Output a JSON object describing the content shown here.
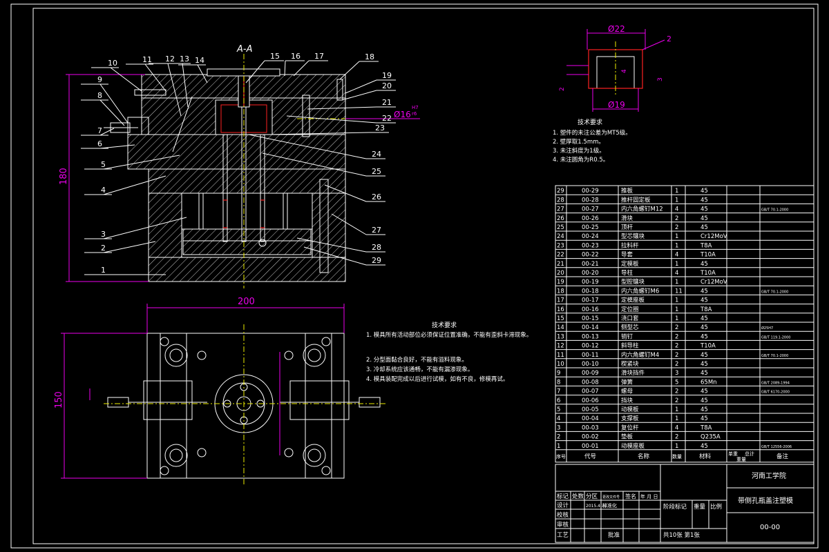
{
  "section_label": "A-A",
  "part_callouts": [
    "1",
    "2",
    "3",
    "4",
    "5",
    "6",
    "7",
    "8",
    "9",
    "10",
    "11",
    "12",
    "13",
    "14",
    "15",
    "16",
    "17",
    "18",
    "19",
    "20",
    "21",
    "22",
    "23",
    "24",
    "25",
    "26",
    "27",
    "28",
    "29"
  ],
  "dimensions": {
    "height": "180",
    "width": "200",
    "depth": "150",
    "hole_tol": "Ø16",
    "hole_fit": "H7",
    "hole_fit2": "r6",
    "part_outer": "Ø22",
    "part_inner": "Ø19",
    "part_wall": "2",
    "part_h1": "4",
    "part_h2": "2",
    "part_h3": "3"
  },
  "tech_req_part": {
    "title": "技术要求",
    "items": [
      "1. 塑件的未注公差为MT5级。",
      "2. 壁厚取1.5mm。",
      "3. 未注斜度为1级。",
      "4. 未注圆角为R0.5。"
    ]
  },
  "tech_req_mold": {
    "title": "技术要求",
    "items": [
      "1. 模具所有活动部位必须保证位置准确，不能有歪斜卡滞现象。",
      "2. 分型面黏合良好，不能有溢料现象。",
      "3. 冷却系统应该通畅，不能有漏渗现象。",
      "4. 模具装配完成以后进行试模，如有不良，修模再试。"
    ]
  },
  "bom_rows": [
    [
      "29",
      "00-29",
      "推板",
      "1",
      "45",
      ""
    ],
    [
      "28",
      "00-28",
      "推杆固定板",
      "1",
      "45",
      ""
    ],
    [
      "27",
      "00-27",
      "内六角螺钉M12",
      "4",
      "45",
      "GB/T 70.1-2000"
    ],
    [
      "26",
      "00-26",
      "滑块",
      "2",
      "45",
      ""
    ],
    [
      "25",
      "00-25",
      "顶杆",
      "2",
      "45",
      ""
    ],
    [
      "24",
      "00-24",
      "型芯镶块",
      "1",
      "Cr12MoV",
      ""
    ],
    [
      "23",
      "00-23",
      "拉料杆",
      "1",
      "T8A",
      ""
    ],
    [
      "22",
      "00-22",
      "导套",
      "4",
      "T10A",
      ""
    ],
    [
      "21",
      "00-21",
      "定模板",
      "1",
      "45",
      ""
    ],
    [
      "20",
      "00-20",
      "导柱",
      "4",
      "T10A",
      ""
    ],
    [
      "19",
      "00-19",
      "型腔镶块",
      "1",
      "Cr12MoV",
      ""
    ],
    [
      "18",
      "00-18",
      "内六角螺钉M6",
      "11",
      "45",
      "GB/T 70.1-2000"
    ],
    [
      "17",
      "00-17",
      "定模座板",
      "1",
      "45",
      ""
    ],
    [
      "16",
      "00-16",
      "定位圈",
      "1",
      "T8A",
      ""
    ],
    [
      "15",
      "00-15",
      "浇口套",
      "1",
      "45",
      ""
    ],
    [
      "14",
      "00-14",
      "侧型芯",
      "2",
      "45",
      "Ø25H7"
    ],
    [
      "13",
      "00-13",
      "销钉",
      "2",
      "45",
      "GB/T 119.1-2000"
    ],
    [
      "12",
      "00-12",
      "斜导柱",
      "2",
      "T10A",
      ""
    ],
    [
      "11",
      "00-11",
      "内六角螺钉M4",
      "2",
      "45",
      "GB/T 70.1-2000"
    ],
    [
      "10",
      "00-10",
      "楔紧块",
      "2",
      "45",
      ""
    ],
    [
      "9",
      "00-09",
      "滑块挡件",
      "3",
      "45",
      ""
    ],
    [
      "8",
      "00-08",
      "弹簧",
      "5",
      "65Mn",
      "GB/T 2089-1994"
    ],
    [
      "7",
      "00-07",
      "螺母",
      "2",
      "45",
      "GB/T 6170-2000"
    ],
    [
      "6",
      "00-06",
      "挡块",
      "2",
      "45",
      ""
    ],
    [
      "5",
      "00-05",
      "动模板",
      "1",
      "45",
      ""
    ],
    [
      "4",
      "00-04",
      "支撑板",
      "1",
      "45",
      ""
    ],
    [
      "3",
      "00-03",
      "复位杆",
      "4",
      "T8A",
      ""
    ],
    [
      "2",
      "00-02",
      "垫板",
      "2",
      "Q235A",
      ""
    ],
    [
      "1",
      "00-01",
      "动模座板",
      "1",
      "45",
      "GB/T 12556-2006"
    ]
  ],
  "bom_header": [
    "序号",
    "代号",
    "名称",
    "数量",
    "材料",
    "单重",
    "总计",
    "重量",
    "备注"
  ],
  "title_block": {
    "school": "河南工学院",
    "drawing_name": "带侧孔瓶盖注塑模",
    "drawing_no": "00-00",
    "sheet": "共10张 第1张",
    "labels": [
      "标记",
      "处数",
      "分区",
      "更改文件号",
      "签名",
      "年 月 日",
      "设计",
      "标准化",
      "校核",
      "审核",
      "工艺",
      "批准",
      "阶段标记",
      "重量",
      "比例"
    ],
    "designer_date": "2015.4.30"
  },
  "colors": {
    "line": "#ffffff",
    "dim": "#e000e0",
    "center": "#eeee00",
    "bg": "#000000"
  }
}
